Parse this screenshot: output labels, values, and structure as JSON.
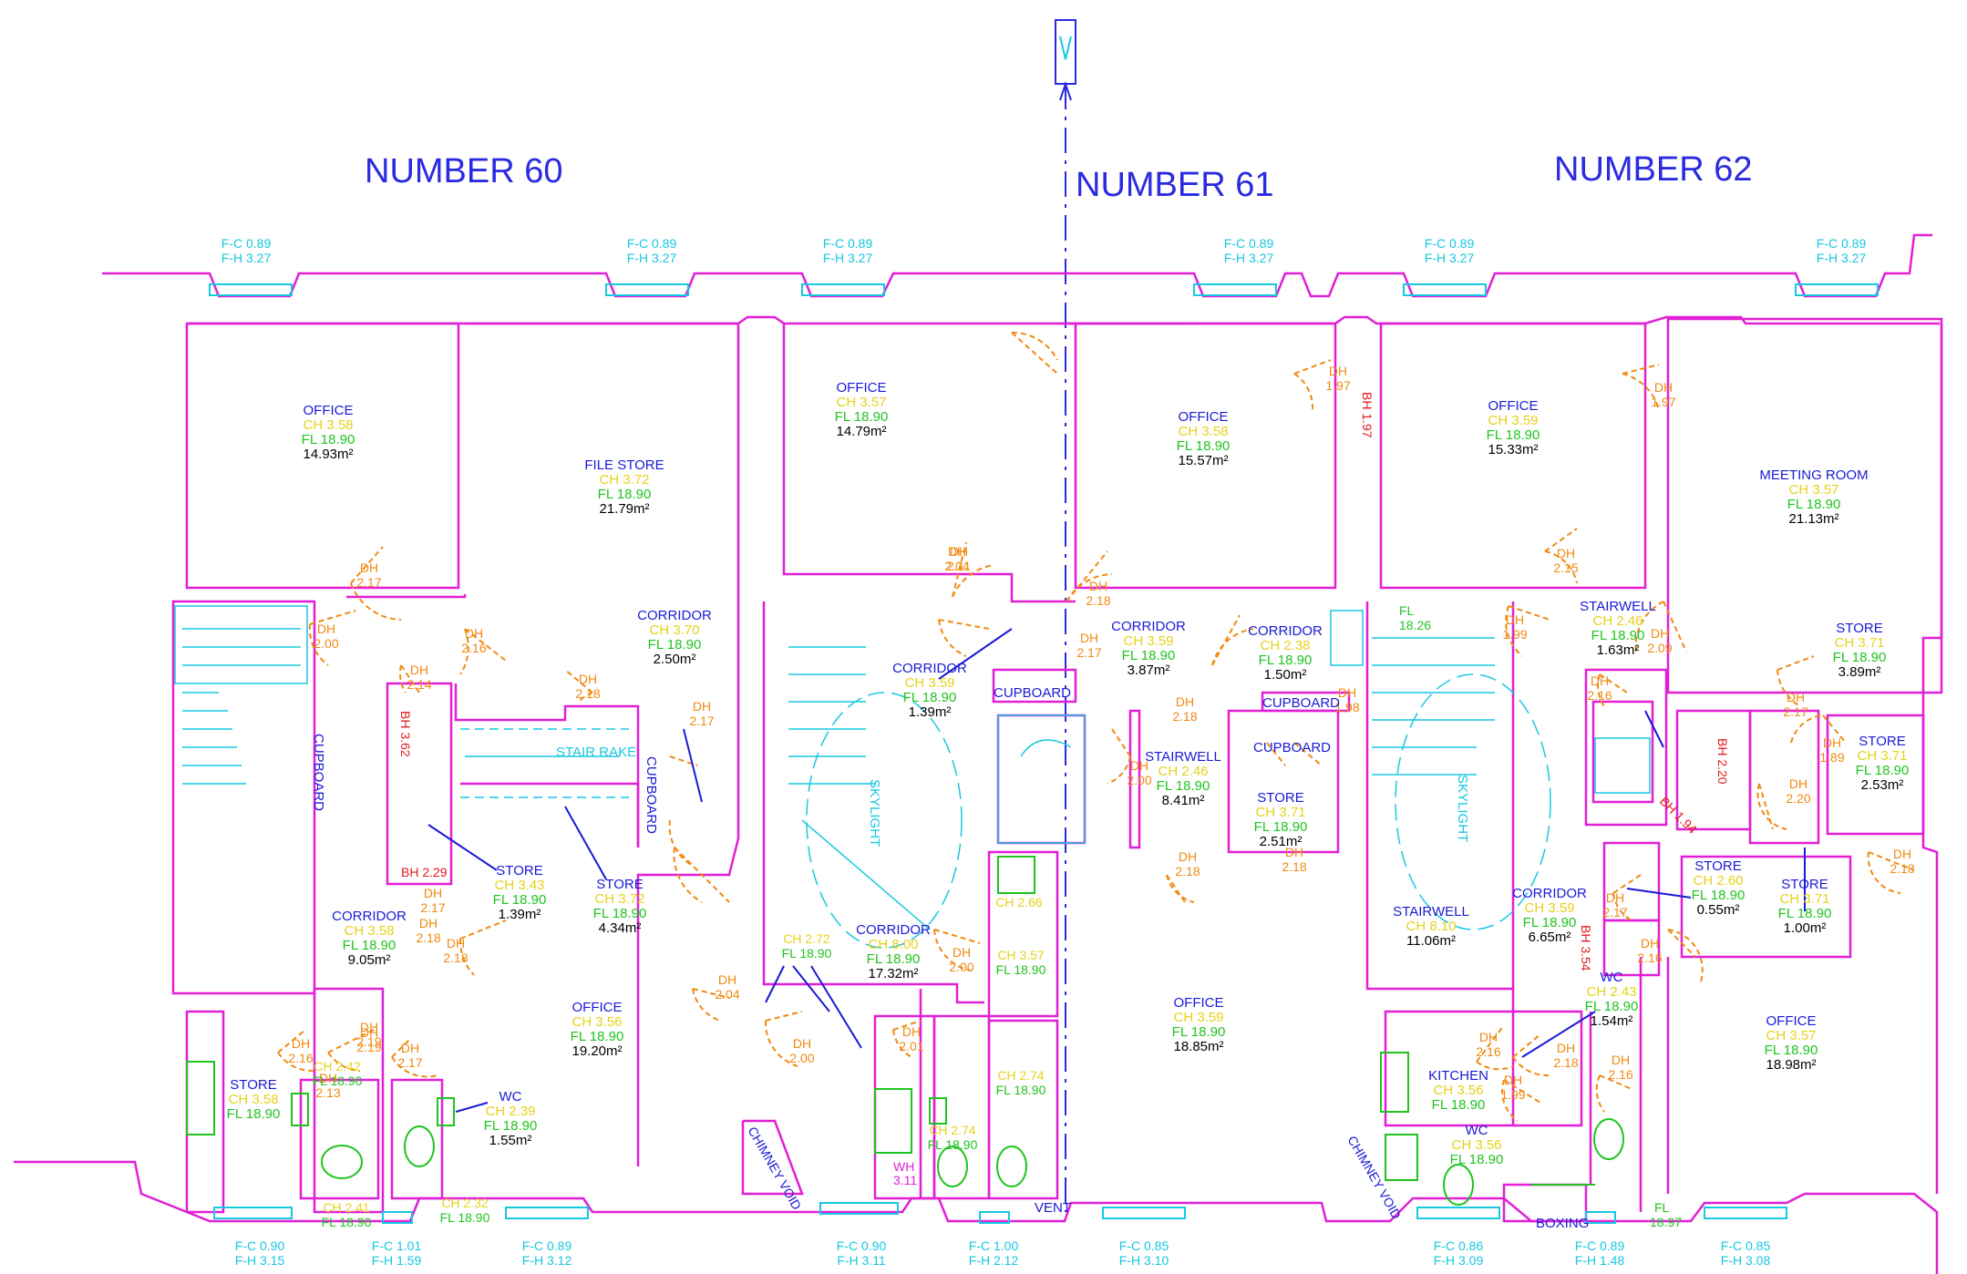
{
  "colors": {
    "wall": "#e11fd6",
    "title": "#2a2ae0",
    "label_blue": "#1a1ad6",
    "ch_yellow": "#e6d21a",
    "fl_green": "#1fc41f",
    "dh_orange": "#f08a12",
    "window_cyan": "#16c8e0",
    "bh_red": "#e01c1c",
    "wh_magenta": "#e11fd6",
    "area_black": "#000000"
  },
  "buildings": [
    {
      "name": "NUMBER 60"
    },
    {
      "name": "NUMBER 61"
    },
    {
      "name": "NUMBER 62"
    }
  ],
  "north_arrow": {
    "icon": "north-arrow-icon"
  },
  "rooms": [
    {
      "id": "office-60a",
      "name": "OFFICE",
      "ch": "CH 3.58",
      "fl": "FL 18.90",
      "area": "14.93m²"
    },
    {
      "id": "filestore-60",
      "name": "FILE STORE",
      "ch": "CH 3.72",
      "fl": "FL 18.90",
      "area": "21.79m²"
    },
    {
      "id": "corridor-60a",
      "name": "CORRIDOR",
      "ch": "CH 3.70",
      "fl": "FL 18.90",
      "area": "2.50m²"
    },
    {
      "id": "store-60a",
      "name": "STORE",
      "ch": "CH 3.43",
      "fl": "FL 18.90",
      "area": "1.39m²"
    },
    {
      "id": "store-60b",
      "name": "STORE",
      "ch": "CH 3.72",
      "fl": "FL 18.90",
      "area": "4.34m²"
    },
    {
      "id": "corridor-60b",
      "name": "CORRIDOR",
      "ch": "CH 3.58",
      "fl": "FL 18.90",
      "area": "9.05m²"
    },
    {
      "id": "office-60b",
      "name": "OFFICE",
      "ch": "CH 3.56",
      "fl": "FL 18.90",
      "area": "19.20m²"
    },
    {
      "id": "wc-60",
      "name": "WC",
      "ch": "CH 2.39",
      "fl": "FL 18.90",
      "area": "1.55m²"
    },
    {
      "id": "store-60c",
      "name": "STORE",
      "ch": "CH 3.58",
      "fl": "FL 18.90",
      "area": ""
    },
    {
      "id": "office-61a",
      "name": "OFFICE",
      "ch": "CH 3.57",
      "fl": "FL 18.90",
      "area": "14.79m²"
    },
    {
      "id": "office-61b",
      "name": "OFFICE",
      "ch": "CH 3.58",
      "fl": "FL 18.90",
      "area": "15.57m²"
    },
    {
      "id": "corridor-61a",
      "name": "CORRIDOR",
      "ch": "CH 3.59",
      "fl": "FL 18.90",
      "area": "1.39m²"
    },
    {
      "id": "corridor-61b",
      "name": "CORRIDOR",
      "ch": "CH 3.59",
      "fl": "FL 18.90",
      "area": "3.87m²"
    },
    {
      "id": "corridor-61c",
      "name": "CORRIDOR",
      "ch": "CH 2.38",
      "fl": "FL 18.90",
      "area": "1.50m²"
    },
    {
      "id": "stairwell-61",
      "name": "STAIRWELL",
      "ch": "CH 2.46",
      "fl": "FL 18.90",
      "area": "8.41m²"
    },
    {
      "id": "store-61",
      "name": "STORE",
      "ch": "CH 3.71",
      "fl": "FL 18.90",
      "area": "2.51m²"
    },
    {
      "id": "corridor-61d",
      "name": "CORRIDOR",
      "ch": "CH 8.00",
      "fl": "FL 18.90",
      "area": "17.32m²"
    },
    {
      "id": "office-61c",
      "name": "OFFICE",
      "ch": "CH 3.59",
      "fl": "FL 18.90",
      "area": "18.85m²"
    },
    {
      "id": "office-62a",
      "name": "OFFICE",
      "ch": "CH 3.59",
      "fl": "FL 18.90",
      "area": "15.33m²"
    },
    {
      "id": "meeting-62",
      "name": "MEETING ROOM",
      "ch": "CH 3.57",
      "fl": "FL 18.90",
      "area": "21.13m²"
    },
    {
      "id": "stairwell-62a",
      "name": "STAIRWELL",
      "ch": "CH 2.46",
      "fl": "FL 18.90",
      "area": "1.63m²"
    },
    {
      "id": "store-62a",
      "name": "STORE",
      "ch": "CH 3.71",
      "fl": "FL 18.90",
      "area": "3.89m²"
    },
    {
      "id": "store-62b",
      "name": "STORE",
      "ch": "CH 3.71",
      "fl": "FL 18.90",
      "area": "2.53m²"
    },
    {
      "id": "store-62c",
      "name": "STORE",
      "ch": "CH 2.60",
      "fl": "FL 18.90",
      "area": "0.55m²"
    },
    {
      "id": "store-62d",
      "name": "STORE",
      "ch": "CH 3.71",
      "fl": "FL 18.90",
      "area": "1.00m²"
    },
    {
      "id": "stairwell-62b",
      "name": "STAIRWELL",
      "ch": "CH 8.10",
      "fl": "",
      "area": "11.06m²"
    },
    {
      "id": "corridor-62",
      "name": "CORRIDOR",
      "ch": "CH 3.59",
      "fl": "FL 18.90",
      "area": "6.65m²"
    },
    {
      "id": "wc-62a",
      "name": "WC",
      "ch": "CH 2.43",
      "fl": "FL 18.90",
      "area": "1.54m²"
    },
    {
      "id": "office-62b",
      "name": "OFFICE",
      "ch": "CH 3.57",
      "fl": "FL 18.90",
      "area": "18.98m²"
    },
    {
      "id": "kitchen-62",
      "name": "KITCHEN",
      "ch": "CH 3.56",
      "fl": "FL 18.90",
      "area": ""
    },
    {
      "id": "wc-62b",
      "name": "WC",
      "ch": "CH 3.56",
      "fl": "FL 18.90",
      "area": ""
    }
  ],
  "labels": {
    "cupboard": "CUPBOARD",
    "stair_rake": "STAIR RAKE",
    "skylight": "SKYLIGHT",
    "chimney_void": "CHIMNEY VOID",
    "vent": "VENT",
    "boxing": "BOXING",
    "fl_1826": "FL",
    "fl_1826_v": "18.26",
    "fl_1897": "FL",
    "fl_1897_v": "18.97",
    "wh": "WH",
    "wh_v": "3.11"
  },
  "window_tags": [
    {
      "fc": "F-C 0.89",
      "fh": "F-H 3.27"
    },
    {
      "fc": "F-C 0.89",
      "fh": "F-H 3.27"
    },
    {
      "fc": "F-C 0.89",
      "fh": "F-H 3.27"
    },
    {
      "fc": "F-C 0.89",
      "fh": "F-H 3.27"
    },
    {
      "fc": "F-C 0.89",
      "fh": "F-H 3.27"
    },
    {
      "fc": "F-C 0.89",
      "fh": "F-H 3.27"
    },
    {
      "fc": "F-C 0.90",
      "fh": "F-H 3.15"
    },
    {
      "fc": "F-C 1.01",
      "fh": "F-H 1.59"
    },
    {
      "fc": "F-C 0.89",
      "fh": "F-H 3.12"
    },
    {
      "fc": "F-C 0.90",
      "fh": "F-H 3.11"
    },
    {
      "fc": "F-C 1.00",
      "fh": "F-H 2.12"
    },
    {
      "fc": "F-C 0.85",
      "fh": "F-H 3.10"
    },
    {
      "fc": "F-C 0.86",
      "fh": "F-H 3.09"
    },
    {
      "fc": "F-C 0.89",
      "fh": "F-H 1.48"
    },
    {
      "fc": "F-C 0.85",
      "fh": "F-H 3.08"
    }
  ],
  "door_heights": [
    "DH",
    "2.17",
    "DH",
    "2.00",
    "DH",
    "2.16",
    "DH",
    "2.14",
    "DH",
    "2.18",
    "DH",
    "2.17",
    "DH",
    "2.17",
    "DH",
    "2.18",
    "DH",
    "2.16",
    "DH",
    "2.19",
    "DH",
    "2.17",
    "DH",
    "2.13",
    "DH",
    "2.18",
    "DH",
    "2.19",
    "DH",
    "2.04",
    "DH",
    "2.11",
    "DH",
    "2.18",
    "DH",
    "2.17",
    "DH",
    "2.18",
    "DH",
    "2.00",
    "DH",
    "2.18",
    "DH",
    "2.18",
    "DH",
    "1.98",
    "DH",
    "1.97",
    "DH",
    "1.97",
    "DH",
    "2.15",
    "DH",
    "1.99",
    "DH",
    "2.09",
    "DH",
    "2.16",
    "DH",
    "2.17",
    "DH",
    "1.89",
    "DH",
    "2.20",
    "DH",
    "2.18",
    "DH",
    "2.17",
    "DH",
    "2.16",
    "DH",
    "2.16",
    "DH",
    "2.18",
    "DH",
    "1.99",
    "DH",
    "2.16",
    "DH",
    "2.04",
    "DH",
    "2.00",
    "DH",
    "2.01",
    "DH",
    "2.00",
    "DH",
    "1.99",
    "DH",
    "2.16"
  ],
  "misc_ch": [
    {
      "ch": "CH 2.42",
      "fl": "FL 18.90"
    },
    {
      "ch": "CH 2.41",
      "fl": "FL 18.90"
    },
    {
      "ch": "CH 2.32",
      "fl": "FL 18.90"
    },
    {
      "ch": "CH 2.72",
      "fl": "FL 18.90"
    },
    {
      "ch": "CH 3.57",
      "fl": "FL 18.90"
    },
    {
      "ch": "CH 2.74",
      "fl": "FL 18.90"
    },
    {
      "ch": "CH 2.74",
      "fl": "FL 18.90"
    },
    {
      "ch": "CH 2.66",
      "fl": ""
    }
  ],
  "beam_heights": [
    {
      "bh": "BH 3.62"
    },
    {
      "bh": "BH 2.29"
    },
    {
      "bh": "BH 1.97"
    },
    {
      "bh": "BH 2.20"
    },
    {
      "bh": "BH 1.94"
    },
    {
      "bh": "BH 3.54"
    }
  ]
}
